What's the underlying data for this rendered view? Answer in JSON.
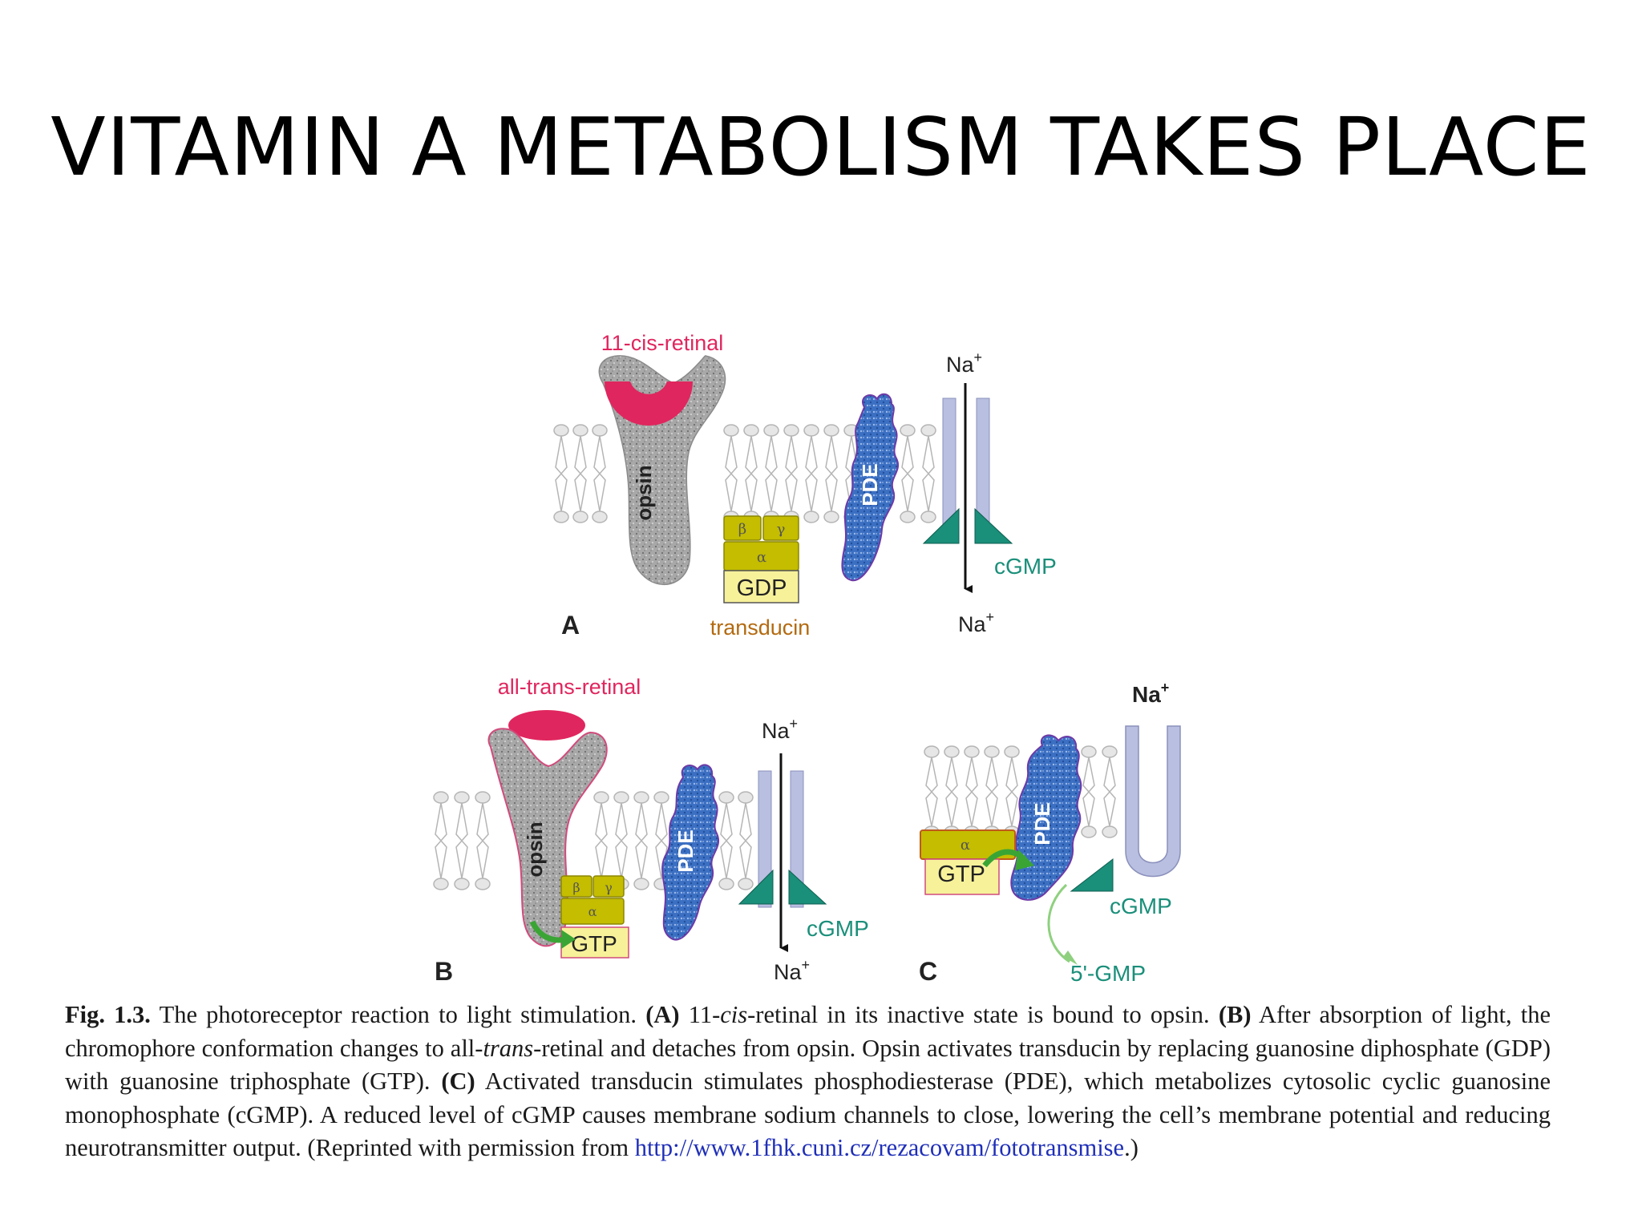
{
  "slide": {
    "title": "VITAMIN A METABOLISM TAKES PLACE"
  },
  "figure": {
    "panel_a": {
      "letter": "A",
      "retinal_label": "11-cis-retinal",
      "opsin_label": "opsin",
      "pde_label": "PDE",
      "transducin_label": "transducin",
      "beta": "β",
      "gamma": "γ",
      "alpha": "α",
      "nucleotide": "GDP",
      "na_top": "Na",
      "na_bottom": "Na",
      "cgmp_label": "cGMP"
    },
    "panel_b": {
      "letter": "B",
      "retinal_label": "all-trans-retinal",
      "opsin_label": "opsin",
      "pde_label": "PDE",
      "beta": "β",
      "gamma": "γ",
      "alpha": "α",
      "nucleotide": "GTP",
      "na_top": "Na",
      "na_bottom": "Na",
      "cgmp_label": "cGMP"
    },
    "panel_c": {
      "letter": "C",
      "pde_label": "PDE",
      "alpha": "α",
      "nucleotide": "GTP",
      "na_top": "Na",
      "cgmp_label": "cGMP",
      "gmp_label": "5'-GMP"
    },
    "ion_charge": "+",
    "colors": {
      "retinal": "#e0265e",
      "opsin": "#9a9a9a",
      "pde": "#2f66b8",
      "transducin": "#b8b200",
      "channel": "#b9bfe0",
      "cgmp": "#1a8f7a",
      "arrow_green": "#3aa535",
      "transducin_label": "#b36a10"
    }
  },
  "caption": {
    "fig_label": "Fig. 1.3.",
    "intro": "The photoreceptor reaction to light stimulation.",
    "a_letter": "(A)",
    "a_text_1": "11-",
    "a_cis": "cis",
    "a_text_2": "-retinal in its inactive state is bound to opsin.",
    "b_letter": "(B)",
    "b_text_1": "After absorption of light, the chromophore conformation changes to all-",
    "b_trans": "trans",
    "b_text_2": "-retinal and detaches from opsin. Opsin activates transducin by replacing guanosine diphosphate (GDP) with guanosine triphosphate (GTP).",
    "c_letter": "(C)",
    "c_text": "Activated transducin stimulates phosphodiesterase (PDE), which metabolizes cytosolic cyclic guanosine monophosphate (cGMP). A reduced level of cGMP causes membrane sodium channels to close, lowering the cell’s membrane potential and reducing neurotransmitter output.",
    "reprint_text": "(Reprinted with permission from",
    "url": "http://www.1fhk.cuni.cz/rezacovam/fototransmise",
    "reprint_end": ".)"
  }
}
